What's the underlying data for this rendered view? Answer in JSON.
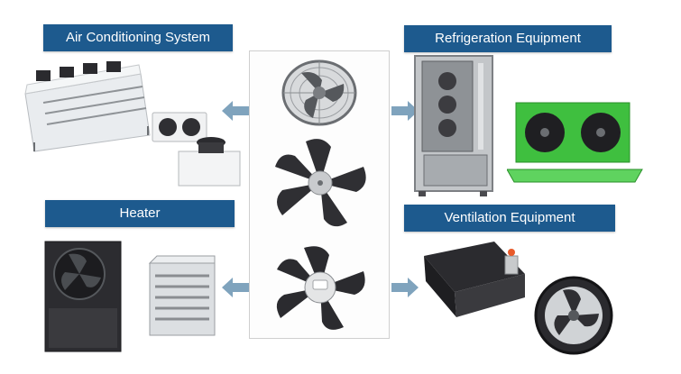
{
  "labels": {
    "air_conditioning": "Air Conditioning System",
    "refrigeration": "Refrigeration Equipment",
    "heater": "Heater",
    "ventilation": "Ventilation Equipment"
  },
  "colors": {
    "label_bg": "#1d5a8e",
    "arrow": "#7fa3bd",
    "fan_dark": "#2f2f33",
    "steel": "#b9bcbf",
    "green": "#3fbf3f"
  },
  "icons": {
    "arrow_left": "arrow-left-icon",
    "arrow_right": "arrow-right-icon"
  }
}
